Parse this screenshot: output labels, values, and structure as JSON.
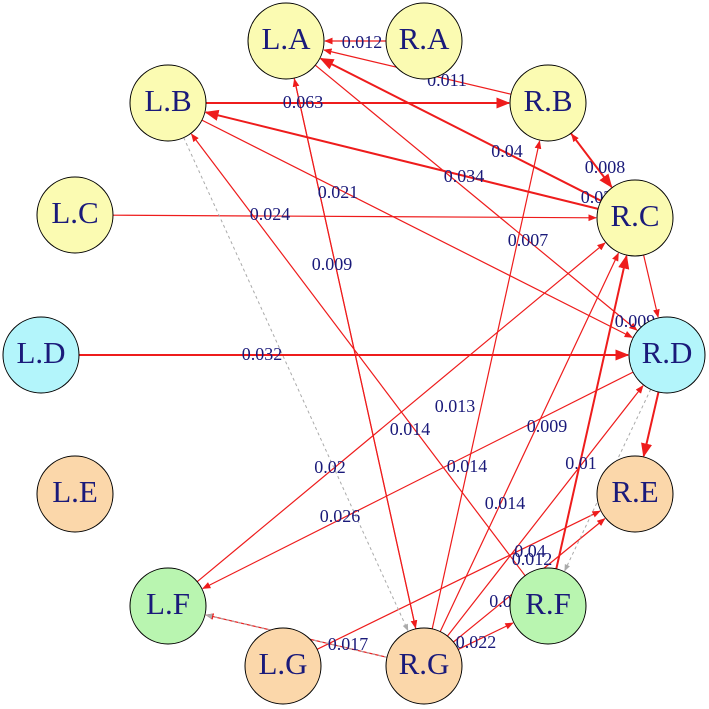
{
  "colors": {
    "edge": "#ee1c1c",
    "edge_dashed": "#aaaaaa",
    "label": "#1a1a7a",
    "yellow": "#fbfbb2",
    "cyan": "#b3f5fb",
    "orange": "#fbd7aa",
    "green": "#b9f5b0"
  },
  "nodes": [
    {
      "id": "L.A",
      "label": "L.A",
      "fill": "yellow"
    },
    {
      "id": "R.A",
      "label": "R.A",
      "fill": "yellow"
    },
    {
      "id": "L.B",
      "label": "L.B",
      "fill": "yellow"
    },
    {
      "id": "R.B",
      "label": "R.B",
      "fill": "yellow"
    },
    {
      "id": "L.C",
      "label": "L.C",
      "fill": "yellow"
    },
    {
      "id": "R.C",
      "label": "R.C",
      "fill": "yellow"
    },
    {
      "id": "L.D",
      "label": "L.D",
      "fill": "cyan"
    },
    {
      "id": "R.D",
      "label": "R.D",
      "fill": "cyan"
    },
    {
      "id": "L.E",
      "label": "L.E",
      "fill": "orange"
    },
    {
      "id": "R.E",
      "label": "R.E",
      "fill": "orange"
    },
    {
      "id": "L.F",
      "label": "L.F",
      "fill": "green"
    },
    {
      "id": "R.F",
      "label": "R.F",
      "fill": "green"
    },
    {
      "id": "L.G",
      "label": "L.G",
      "fill": "orange"
    },
    {
      "id": "R.G",
      "label": "R.G",
      "fill": "orange"
    }
  ],
  "edges": [
    {
      "from": "R.A",
      "to": "L.A",
      "label": "0.012",
      "style": "solid"
    },
    {
      "from": "R.B",
      "to": "L.A",
      "label": "0.011",
      "style": "solid"
    },
    {
      "from": "L.B",
      "to": "R.B",
      "label": "0.063",
      "style": "solid"
    },
    {
      "from": "R.C",
      "to": "L.A",
      "label": "0.04",
      "style": "solid"
    },
    {
      "from": "R.C",
      "to": "L.B",
      "label": "0.034",
      "style": "solid"
    },
    {
      "from": "R.C",
      "to": "R.B",
      "label": "0.008",
      "style": "solid"
    },
    {
      "from": "R.B",
      "to": "R.C",
      "label": "0.033",
      "style": "solid"
    },
    {
      "from": "L.C",
      "to": "R.C",
      "label": "0.024",
      "style": "solid"
    },
    {
      "from": "L.B",
      "to": "R.D",
      "label": "0.021",
      "style": "solid"
    },
    {
      "from": "L.A",
      "to": "R.D",
      "label": "0.007",
      "style": "solid"
    },
    {
      "from": "R.C",
      "to": "R.D",
      "label": "0.009",
      "style": "solid"
    },
    {
      "from": "L.D",
      "to": "R.D",
      "label": "0.032",
      "style": "solid"
    },
    {
      "from": "L.A",
      "to": "R.G",
      "label": "0.009",
      "style": "solid"
    },
    {
      "from": "R.F",
      "to": "L.B",
      "label": "0.013",
      "style": "solid"
    },
    {
      "from": "R.G",
      "to": "L.A",
      "label": "0.014",
      "style": "solid"
    },
    {
      "from": "L.F",
      "to": "R.C",
      "label": "0.02",
      "style": "solid"
    },
    {
      "from": "R.D",
      "to": "L.F",
      "label": "0.014",
      "style": "solid"
    },
    {
      "from": "R.G",
      "to": "R.C",
      "label": "0.009",
      "style": "solid"
    },
    {
      "from": "L.G",
      "to": "R.E",
      "label": "0.026",
      "style": "solid"
    },
    {
      "from": "R.G",
      "to": "R.B",
      "label": "0.014",
      "style": "solid"
    },
    {
      "from": "R.G",
      "to": "R.D",
      "label": "0.01",
      "style": "solid"
    },
    {
      "from": "R.F",
      "to": "R.C",
      "label": "0.04",
      "style": "solid"
    },
    {
      "from": "R.G",
      "to": "R.E",
      "label": "0.012",
      "style": "solid"
    },
    {
      "from": "R.D",
      "to": "R.E",
      "label": "0.04",
      "style": "solid"
    },
    {
      "from": "R.G",
      "to": "L.F",
      "label": "0.017",
      "style": "solid"
    },
    {
      "from": "R.G",
      "to": "R.F",
      "label": "0.022",
      "style": "solid"
    },
    {
      "from": "R.B",
      "to": "R.B",
      "label": "",
      "style": "solid"
    },
    {
      "from": "L.B",
      "to": "R.G",
      "label": "",
      "style": "dashed"
    },
    {
      "from": "R.G",
      "to": "L.F",
      "label": "",
      "style": "dashed"
    },
    {
      "from": "R.D",
      "to": "R.F",
      "label": "",
      "style": "dashed"
    }
  ]
}
